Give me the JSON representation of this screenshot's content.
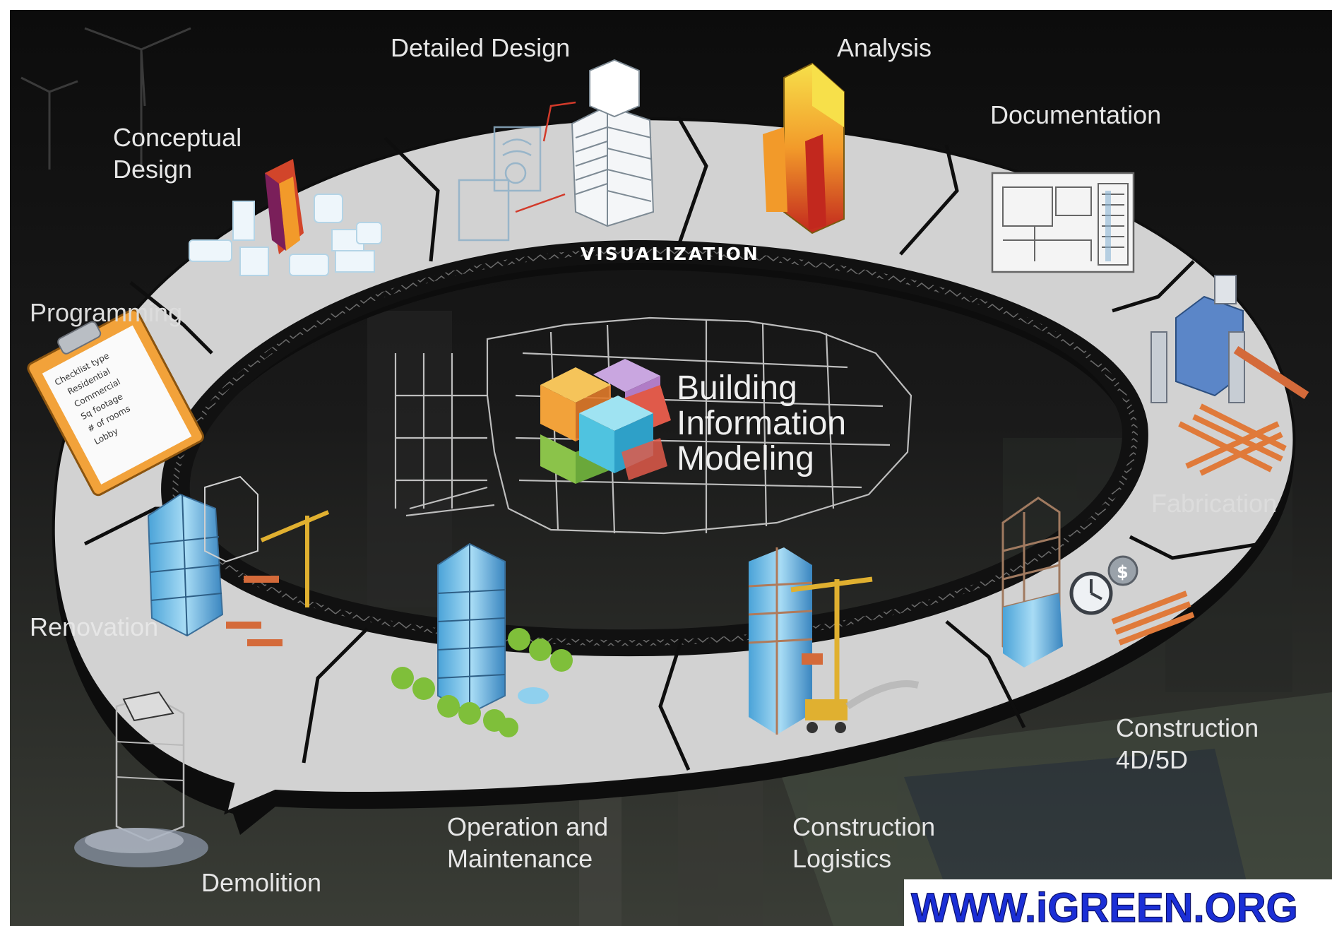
{
  "diagram": {
    "center_title": [
      "Building",
      "Information",
      "Modeling"
    ],
    "ring_label": "VISUALIZATION",
    "stages": {
      "programming": "Programming",
      "conceptual_design": [
        "Conceptual",
        "Design"
      ],
      "detailed_design": "Detailed Design",
      "analysis": "Analysis",
      "documentation": "Documentation",
      "fabrication": "Fabrication",
      "construction_4d5d": [
        "Construction",
        "4D/5D"
      ],
      "construction_logistics": [
        "Construction",
        "Logistics"
      ],
      "operation_maintenance": [
        "Operation and",
        "Maintenance"
      ],
      "renovation": "Renovation",
      "demolition": "Demolition"
    },
    "clipboard_lines": [
      "Checklist type",
      "Residential",
      "Commercial",
      "Sq footage",
      "# of rooms",
      "Lobby"
    ]
  },
  "watermark": "WWW.iGREEN.ORG",
  "colors": {
    "background": "#111111",
    "ring_surface": "#d4d4d4",
    "ring_edge": "#111111",
    "label_text": "#e6e6e6",
    "watermark": "#1b2fd6",
    "logo_orange": "#f2a23a",
    "logo_red": "#e05a4a",
    "logo_purple": "#b07cc6",
    "logo_green": "#8bc34a",
    "logo_cyan": "#4fc3e0"
  }
}
